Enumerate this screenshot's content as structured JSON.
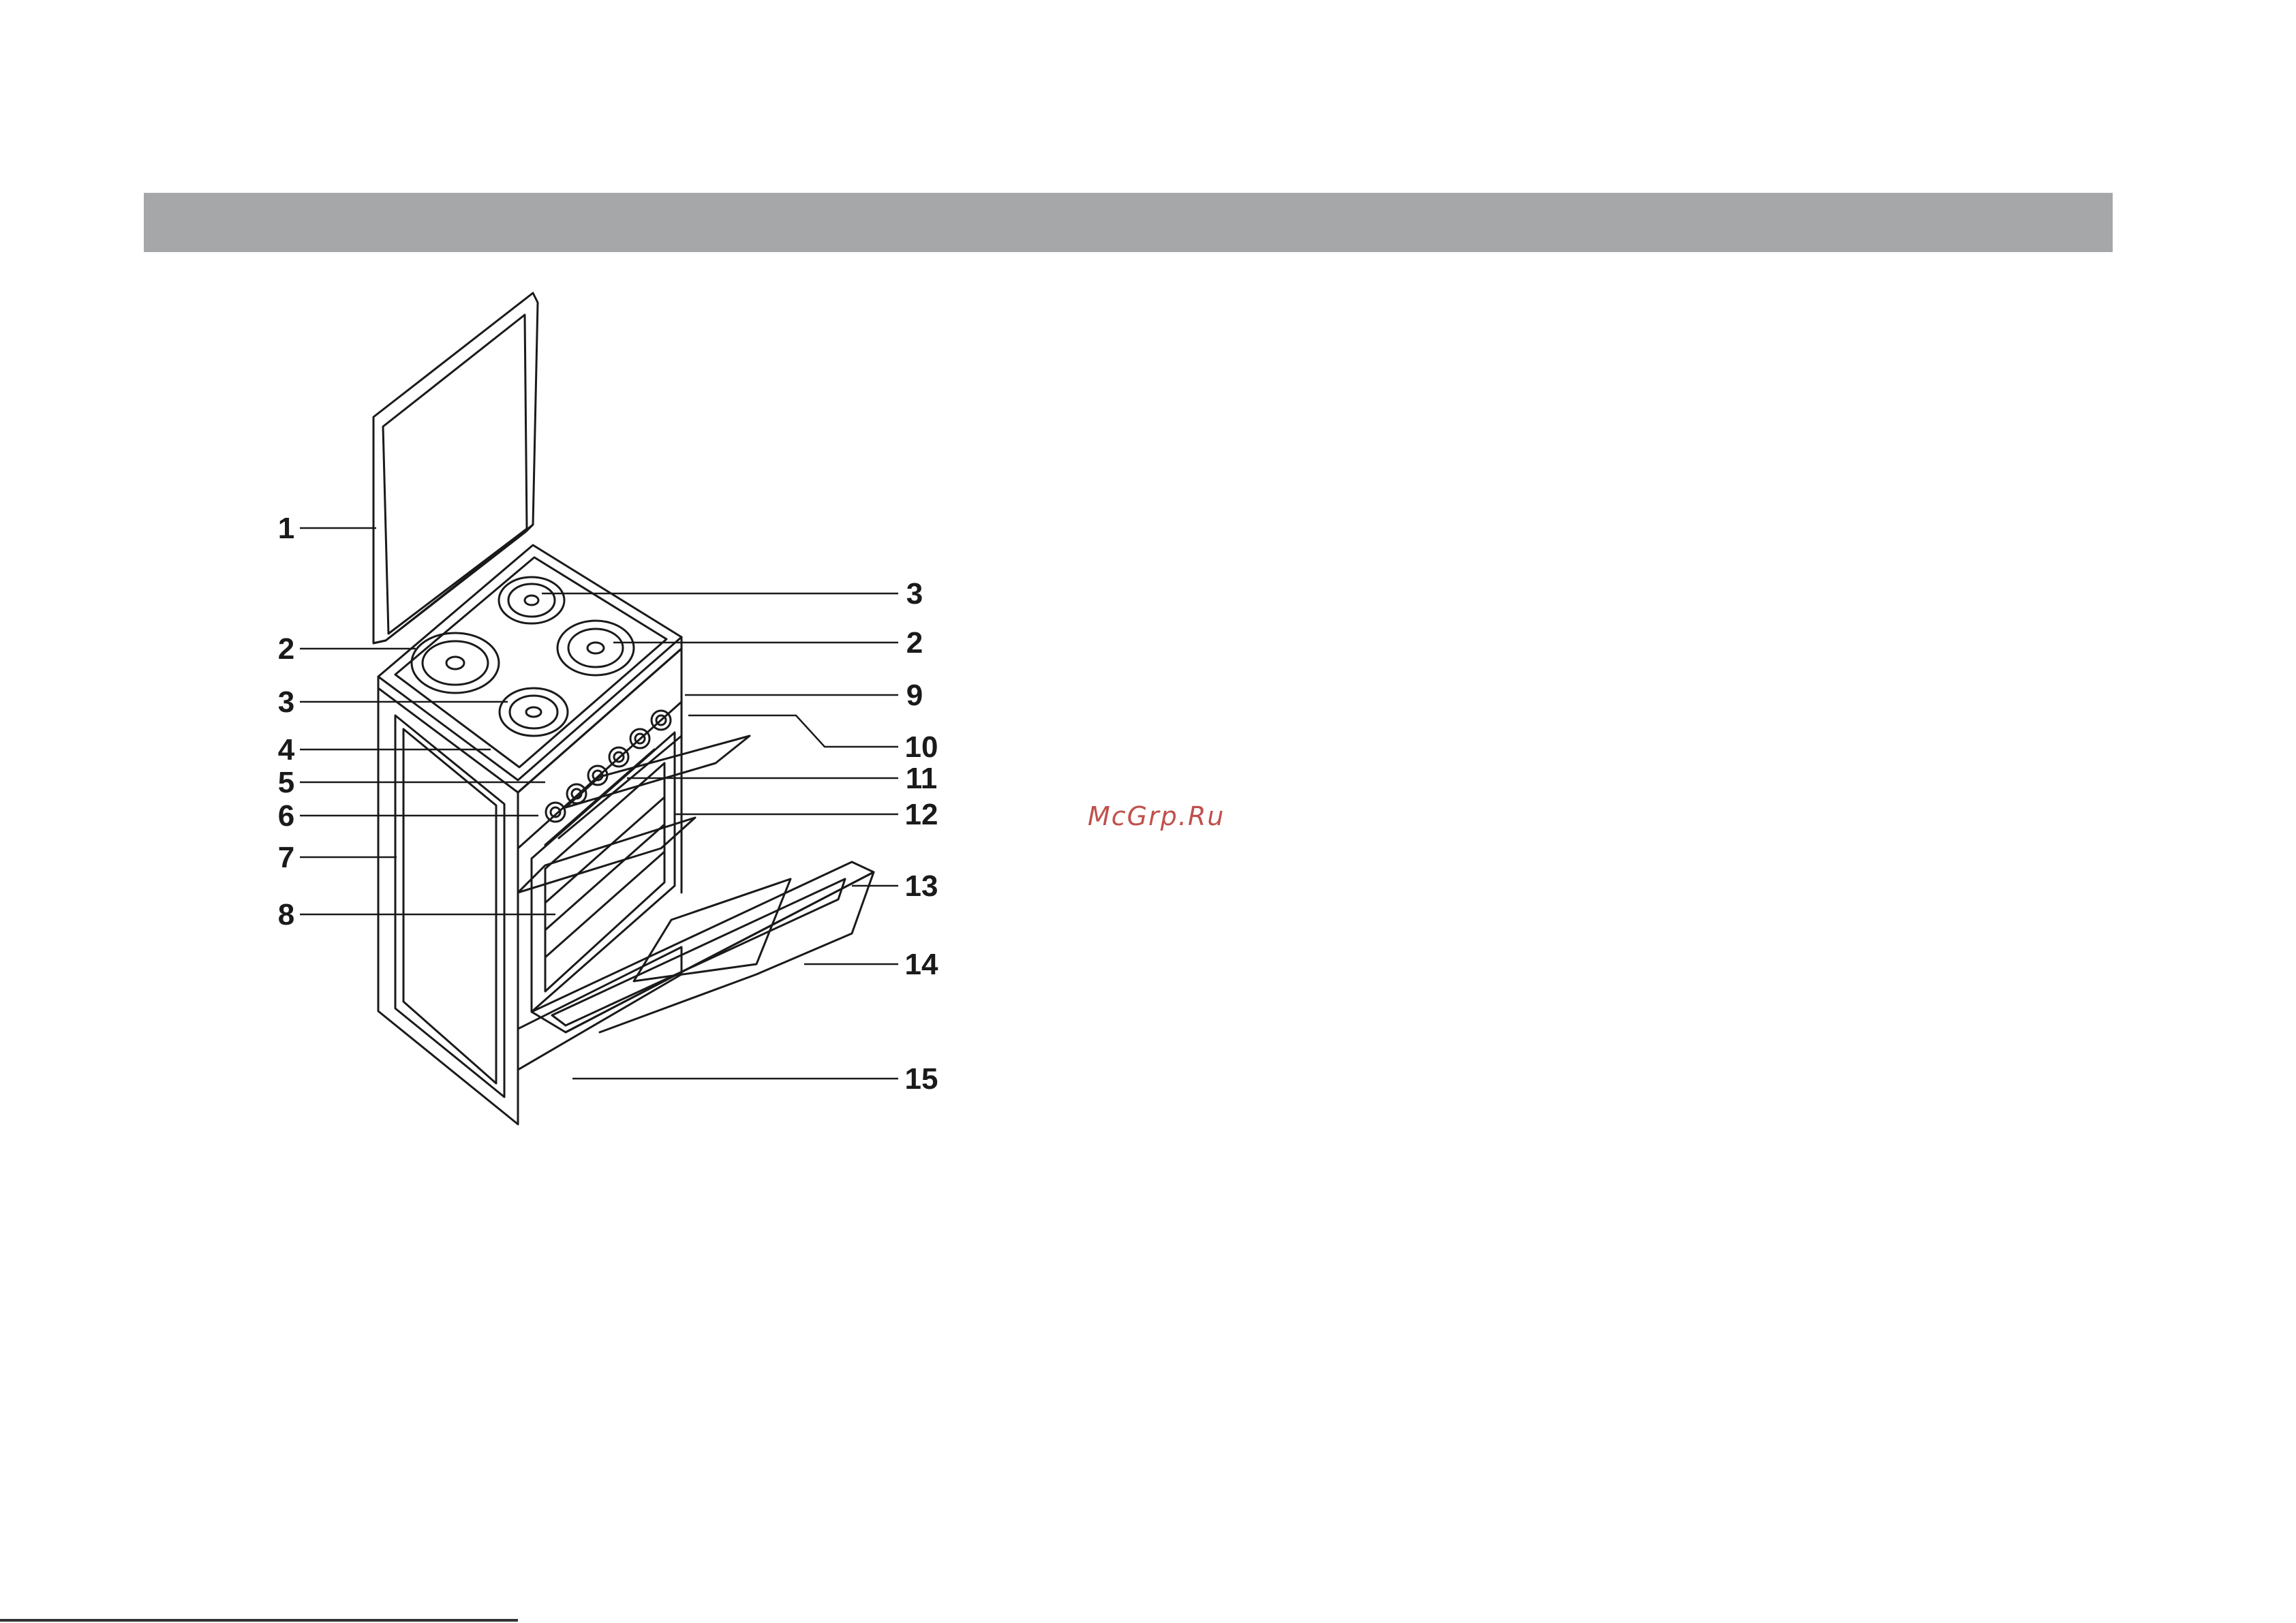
{
  "watermark": "McGrp.Ru",
  "callouts": {
    "c1": "1",
    "c2_left": "2",
    "c3_left": "3",
    "c4": "4",
    "c5": "5",
    "c6": "6",
    "c7": "7",
    "c8": "8",
    "c3_right": "3",
    "c2_right": "2",
    "c9": "9",
    "c10": "10",
    "c11": "11",
    "c12": "12",
    "c13": "13",
    "c14": "14",
    "c15": "15"
  },
  "colors": {
    "header_bar": "#a6a7a9",
    "watermark": "#c0504d",
    "line_art": "#1a1a1a"
  }
}
